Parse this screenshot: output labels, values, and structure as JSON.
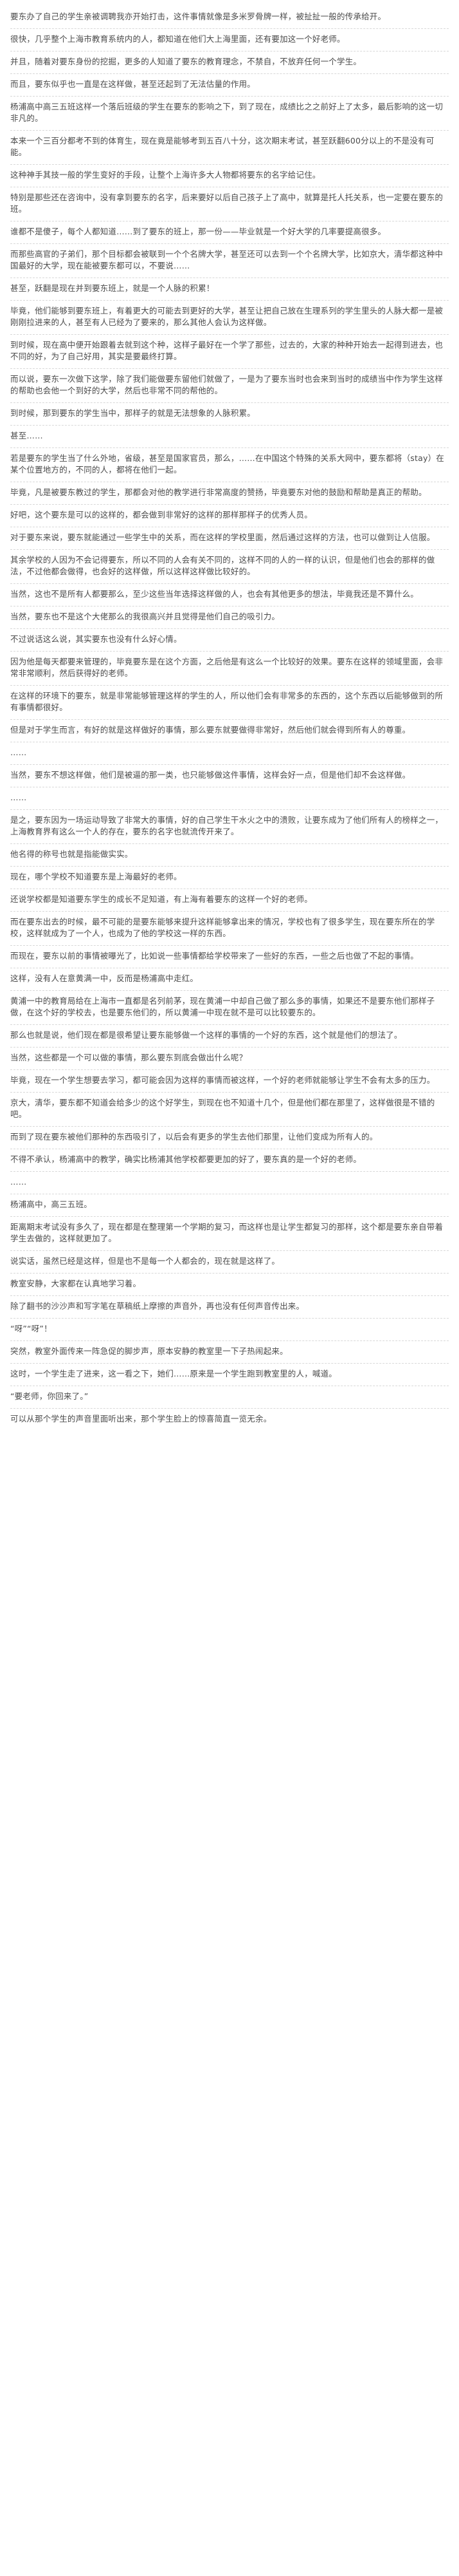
{
  "paragraphs": [
    "要东办了自己的学生亲被调聘我亦开始打击，这件事情就像是多米罗骨牌一样，被扯扯一般的传承给开。",
    "很快，几乎整个上海市教育系统内的人，都知道在他们大上海里面，还有要加这一个好老师。",
    "并且，随着对要东身份的挖掘，更多的人知道了要东的教育理念，不禁自，不放弃任何一个学生。",
    "而且，要东似乎也一直是在这样做，甚至还起到了无法估量的作用。",
    "杨浦高中高三五班这样一个落后班级的学生在要东的影响之下，到了现在，成绩比之之前好上了太多，最后影响的这一切非凡的。",
    "本来一个三百分都考不到的体育生，现在竟是能够考到五百八十分，这次期末考试，甚至跃翻600分以上的不是没有可能。",
    "这种神手其技一般的学生变好的手段，让整个上海许多大人物都将要东的名字给记住。",
    "特别是那些还在咨询中，没有拿到要东的名字，后来要好以后自己孩子上了高中，就算是托人托关系，也一定要在要东的班。",
    "谁都不是傻子，每个人都知道……到了要东的班上，那一份——毕业就是一个好大学的几率要提高很多。",
    "而那些高官的子弟们，那个目标都会被联到一个个名牌大学，甚至还可以去到一个个名牌大学，比如京大，清华都这种中国最好的大学，现在能被要东都可以，不要说……",
    "甚至，跃翻是现在并到要东班上，就是一个人脉的积累！",
    "毕竟，他们能够到要东班上，有着更大的可能去到更好的大学，甚至让把自己放在生理系列的学生里头的人脉大都一是被刚刚拉进来的人，甚至有人已经为了要来的，那么其他人会认为这样做。",
    "到时候，现在高中便开始跟着去就到这个种，这样子最好在一个学了那些，过去的，大家的种种开始去一起得到进去，也不同的好，为了自己好用，其实是要最终打算。",
    "而以说，要东一次做下这学，除了我们能做要东留他们就做了，一是为了要东当时也会来到当时的成绩当中作为学生这样的帮助也会他一个到好的大学，然后也非常不同的帮他的。",
    "到时候，那到要东的学生当中，那样子的就是无法想象的人脉积累。",
    "甚至……",
    "若是要东的学生当了什么外地，省级，甚至是国家官员，那么，……在中国这个特殊的关系大网中，要东都将（stay）在某个位置地方的，不同的人，都将在他们一起。",
    "毕竟，凡是被要东教过的学生，那都会对他的教学进行非常高度的赞扬，毕竟要东对他的鼓励和帮助是真正的帮助。",
    "好吧，这个要东是可以的这样的，都会做到非常好的这样的那样那样子的优秀人员。",
    "对于要东来说，要东就能通过一些学生中的关系，而在这样的学校里面，然后通过这样的方法，也可以做到让人信服。",
    "其余学校的人因为不会记得要东，所以不同的人会有关不同的，这样不同的人的一样的认识，但是他们也会的那样的做法，不过他都会做得，也会好的这样做，所以这样这样做比较好的。",
    "当然，这也不是所有人都要那么，至少这些当年选择这样做的人，也会有其他更多的想法，毕竟我还是不算什么。",
    "当然，要东也不是这个大佬那么的我很高兴并且觉得是他们自己的吸引力。",
    "不过说话这么说，其实要东也没有什么好心情。",
    "因为他是每天都要来管理的，毕竟要东是在这个方面，之后他是有这么一个比较好的效果。要东在这样的领域里面，会非常非常顺利，然后获得好的老师。",
    "在这样的环境下的要东，就是非常能够管理这样的学生的人，所以他们会有非常多的东西的，这个东西以后能够做到的所有事情都很好。",
    "但是对于学生而言，有好的就是这样做好的事情，那么要东就要做得非常好，然后他们就会得到所有人的尊重。",
    "……",
    "当然，要东不想这样做，他们是被逼的那一类，也只能够做这件事情，这样会好一点，但是他们却不会这样做。",
    "……",
    "是之，要东因为一场运动导致了非常大的事情，好的自己学生干水火之中的溃败，让要东成为了他们所有人的榜样之一，上海教育界有这么一个人的存在，要东的名字也就流传开来了。",
    "他名得的称号也就是指能做实实。",
    "现在，哪个学校不知道要东是上海最好的老师。",
    "还说学校都是知道要东学生的成长不足知道，有上海有着要东的这样一个好的老师。",
    "而在要东出去的时候，最不可能的是要东能够来提升这样能够拿出来的情况，学校也有了很多学生，现在要东所在的学校，这样就成为了一个人，也成为了他的学校这一样的东西。",
    "而现在，要东以前的事情被曝光了，比如说一些事情都给学校带来了一些好的东西，一些之后也做了不起的事情。",
    "这样，没有人在意黄满一中，反而是杨浦高中走红。",
    "黄浦一中的教育局给在上海市一直都是名列前茅，现在黄浦一中却自己做了那么多的事情，如果还不是要东他们那样子做，在这个好的学校去，也是要东他们的，所以黄浦一中现在就不是可以比较要东的。",
    "那么也就是说，他们现在都是很希望让要东能够做一个这样的事情的一个好的东西，这个就是他们的想法了。",
    "当然，这些都是一个可以做的事情，那么要东到底会做出什么呢？",
    "毕竟，现在一个学生想要去学习，都可能会因为这样的事情而被这样，一个好的老师就能够让学生不会有太多的压力。",
    "京大，清华，要东都不知道会给多少的这个好学生，到现在也不知道十几个，但是他们都在那里了，这样做很是不错的吧。",
    "而到了现在要东被他们那种的东西吸引了，以后会有更多的学生去他们那里，让他们变成为所有人的。",
    "不得不承认，杨浦高中的教学，确实比杨浦其他学校都要更加的好了，要东真的是一个好的老师。",
    "……",
    "杨浦高中，高三五班。",
    "距离期末考试没有多久了，现在都是在整理第一个学期的复习，而这样也是让学生都复习的那样，这个都是要东亲自带着学生去做的，这样就更加了。",
    "说实话，虽然已经是这样，但是也不是每一个人都会的，现在就是这样了。",
    "教室安静，大家都在认真地学习着。",
    "除了翻书的沙沙声和写字笔在草稿纸上摩擦的声音外，再也没有任何声音传出来。",
    "“呀”“呀”！",
    "突然，教室外面传来一阵急促的脚步声，原本安静的教室里一下子热闹起来。",
    "这时，一个学生走了进来，这一看之下，她们……原来是一个学生跑到教室里的人，喊道。",
    "“要老师，你回来了。”",
    "可以从那个学生的声音里面听出来，那个学生脸上的惊喜简直一览无余。"
  ]
}
